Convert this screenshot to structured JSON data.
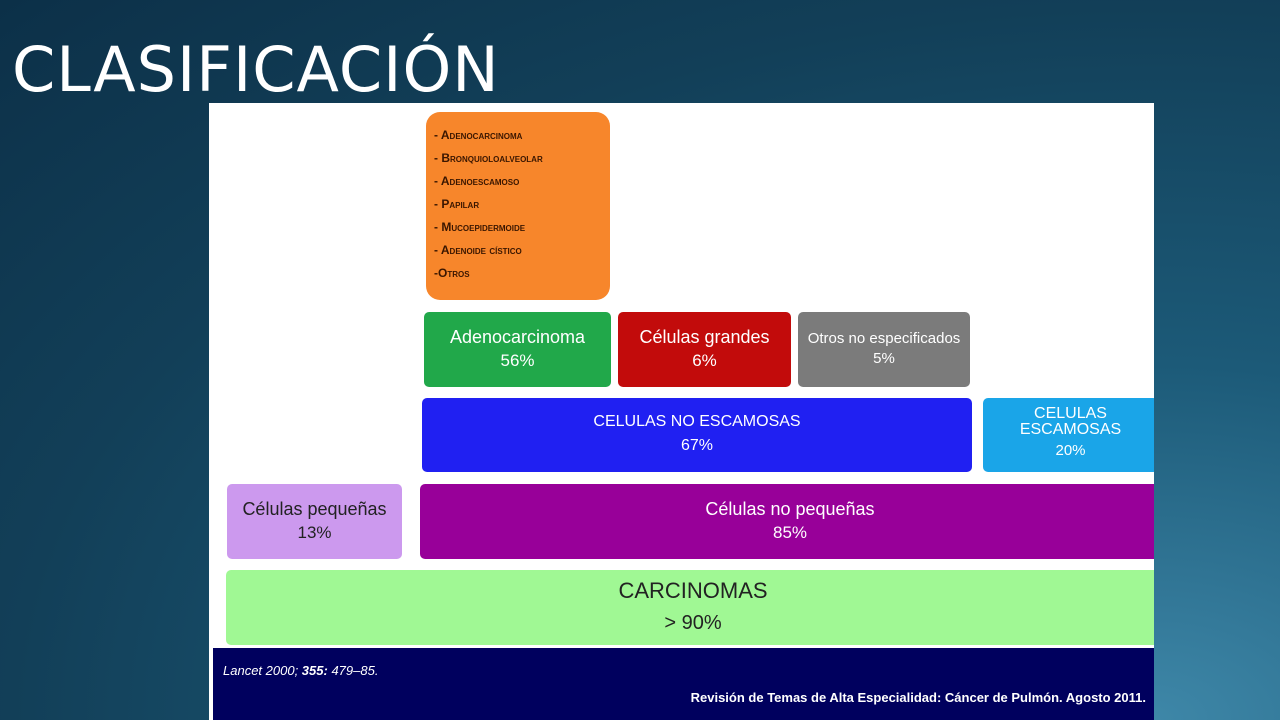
{
  "slide": {
    "title": "CLASIFICACIÓN"
  },
  "diagram": {
    "subtypes": [
      "- Adenocarcinoma",
      "- Bronquioloalveolar",
      "- Adenoescamoso",
      "- Papilar",
      "- Mucoepidermoide",
      "- Adenoide cístico",
      "-Otros"
    ],
    "adenocarcinoma": {
      "label": "Adenocarcinoma",
      "pct": "56%"
    },
    "celulas_grandes": {
      "label": "Células grandes",
      "pct": "6%"
    },
    "otros": {
      "label": "Otros no especificados",
      "pct": "5%"
    },
    "no_escamosas": {
      "label": "CELULAS NO ESCAMOSAS",
      "pct": "67%"
    },
    "escamosas": {
      "label": "CELULAS ESCAMOSAS",
      "pct": "20%"
    },
    "pequenas": {
      "label": "Células pequeñas",
      "pct": "13%"
    },
    "no_pequenas": {
      "label": "Células no pequeñas",
      "pct": "85%"
    },
    "carcinomas": {
      "label": "CARCINOMAS",
      "pct": "> 90%"
    }
  },
  "footer": {
    "ref_journal": "Lancet 2000; ",
    "ref_volume": "355:",
    "ref_pages": " 479–85.",
    "source": "Revisión de Temas de Alta Especialidad: Cáncer de Pulmón. Agosto 2011."
  },
  "colors": {
    "subtypes": "#f7862b",
    "adenocarcinoma": "#21a84a",
    "celulas_grandes": "#c20b0b",
    "otros": "#7b7b7b",
    "no_escamosas": "#2020f2",
    "escamosas": "#1aa5e8",
    "pequenas": "#cc99ee",
    "no_pequenas": "#980099",
    "carcinomas": "#a0f894",
    "footer": "#00005e"
  }
}
